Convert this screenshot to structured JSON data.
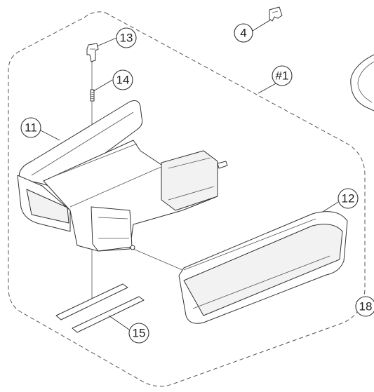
{
  "diagram": {
    "callouts": {
      "c4": "4",
      "c11": "11",
      "c12": "12",
      "c13": "13",
      "c14": "14",
      "c15": "15",
      "c18": "18"
    },
    "group_label": "#1",
    "colors": {
      "line": "#333333",
      "background": "#ffffff"
    }
  }
}
